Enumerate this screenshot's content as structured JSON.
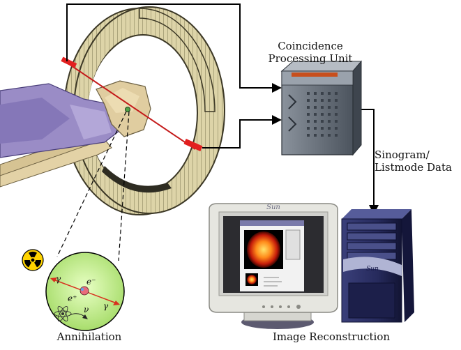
{
  "labels": {
    "cpu_line1": "Coincidence",
    "cpu_line2": "Processing Unit",
    "sino_line1": "Sinogram/",
    "sino_line2": "Listmode Data",
    "annihilation": "Annihilation",
    "image_reconstruction": "Image Reconstruction"
  },
  "brand": {
    "monitor_logo": "Sun",
    "tower_logo": "Sun"
  },
  "particles": {
    "electron": "e⁻",
    "positron": "e⁺",
    "neutrino": "ν",
    "gamma": "γ"
  },
  "colors": {
    "ring": "#d9d0a4",
    "ring_shadow": "#8f8a5c",
    "skin": "#e0cda0",
    "shirt": "#9a8cc6",
    "beam": "#cc2222",
    "annihilation_circle": "#c9f08c",
    "computer": "#6a7480",
    "tower": "#2a2f63",
    "monitor": "#e6e6e0"
  },
  "icons": [
    "radiation-hazard-icon",
    "atom-icon"
  ]
}
